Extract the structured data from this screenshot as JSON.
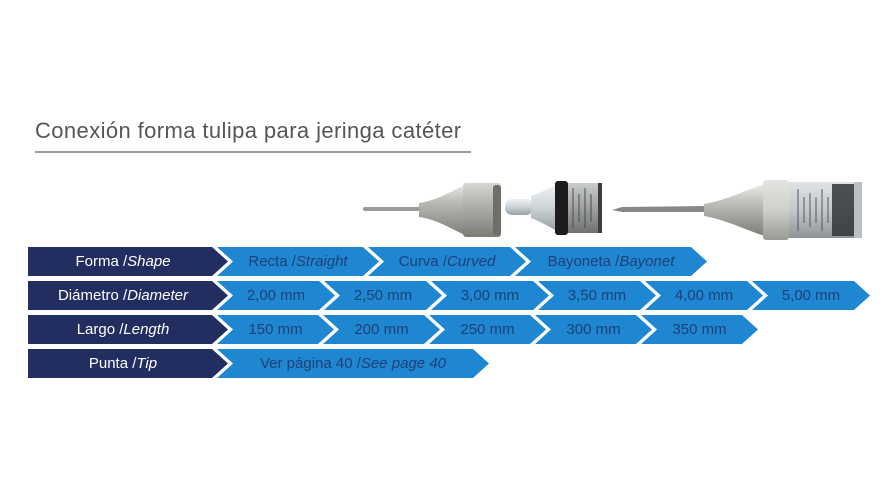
{
  "title": "Conexión forma tulipa para jeringa catéter",
  "colors": {
    "label_arrow": "#232e60",
    "value_arrow": "#1f87d1",
    "label_text": "#ffffff",
    "value_text": "#1d4077",
    "title_text": "#54565a"
  },
  "images": {
    "left": "tulip-connector-with-needle",
    "middle": "catheter-syringe-tip",
    "right": "syringe-with-needle-and-tulip-connector"
  },
  "rows": [
    {
      "label": {
        "es": "Forma / ",
        "en": "Shape"
      },
      "values": [
        {
          "es": "Recta / ",
          "en": "Straight"
        },
        {
          "es": "Curva / ",
          "en": "Curved"
        },
        {
          "es": "Bayoneta / ",
          "en": "Bayonet"
        }
      ]
    },
    {
      "label": {
        "es": "Diámetro / ",
        "en": "Diameter"
      },
      "values": [
        {
          "es": "2,00 mm",
          "en": ""
        },
        {
          "es": "2,50 mm",
          "en": ""
        },
        {
          "es": "3,00 mm",
          "en": ""
        },
        {
          "es": "3,50 mm",
          "en": ""
        },
        {
          "es": "4,00 mm",
          "en": ""
        },
        {
          "es": "5,00 mm",
          "en": ""
        }
      ]
    },
    {
      "label": {
        "es": "Largo / ",
        "en": "Length"
      },
      "values": [
        {
          "es": "150 mm",
          "en": ""
        },
        {
          "es": "200 mm",
          "en": ""
        },
        {
          "es": "250 mm",
          "en": ""
        },
        {
          "es": "300 mm",
          "en": ""
        },
        {
          "es": "350 mm",
          "en": ""
        }
      ]
    },
    {
      "label": {
        "es": "Punta / ",
        "en": "Tip"
      },
      "values": [
        {
          "es": "Ver página 40 / ",
          "en": "See page 40"
        }
      ]
    }
  ]
}
